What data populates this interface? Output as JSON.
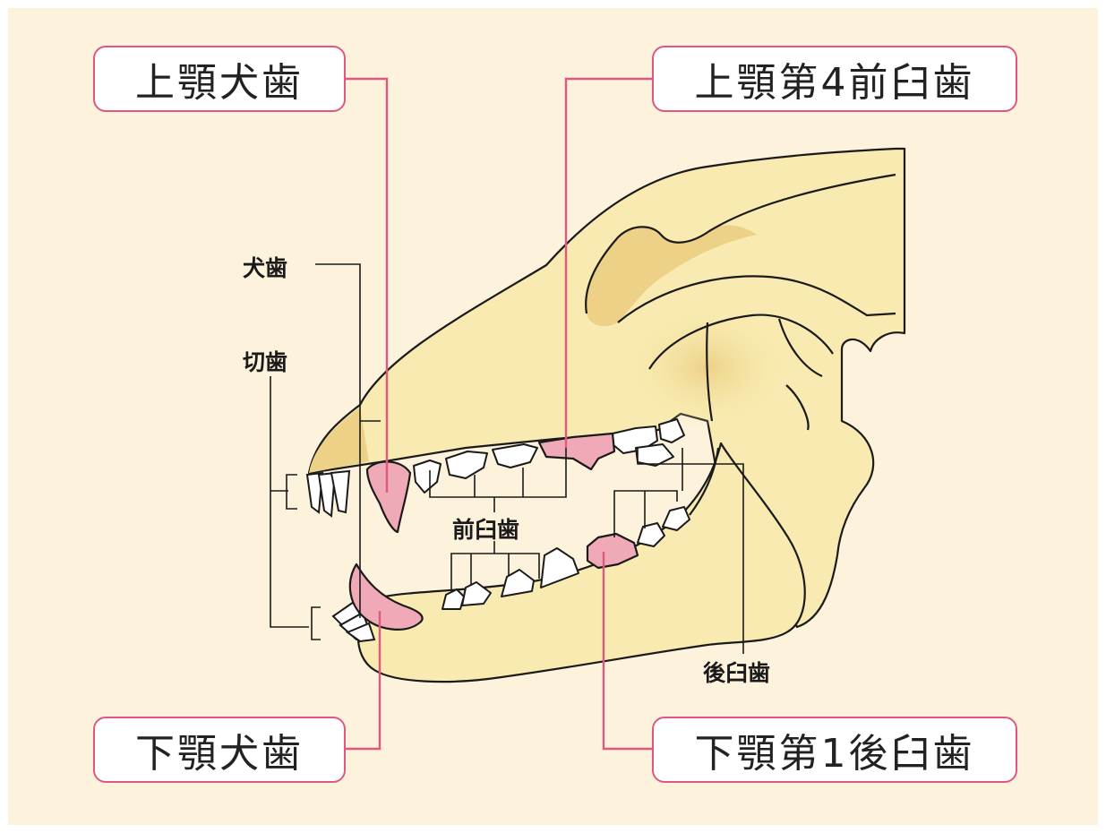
{
  "labels": {
    "upper_canine": "上顎犬歯",
    "upper_premolar4": "上顎第4前臼歯",
    "lower_canine": "下顎犬歯",
    "lower_molar1": "下顎第1後臼歯",
    "canine": "犬歯",
    "incisor": "切歯",
    "premolar": "前臼歯",
    "molar": "後臼歯"
  },
  "colors": {
    "background": "#fdf2dc",
    "bone": "#f8eab0",
    "bone_shade": "#ecd186",
    "highlight_tooth": "#f0aab7",
    "callout_border": "#e0577f"
  }
}
